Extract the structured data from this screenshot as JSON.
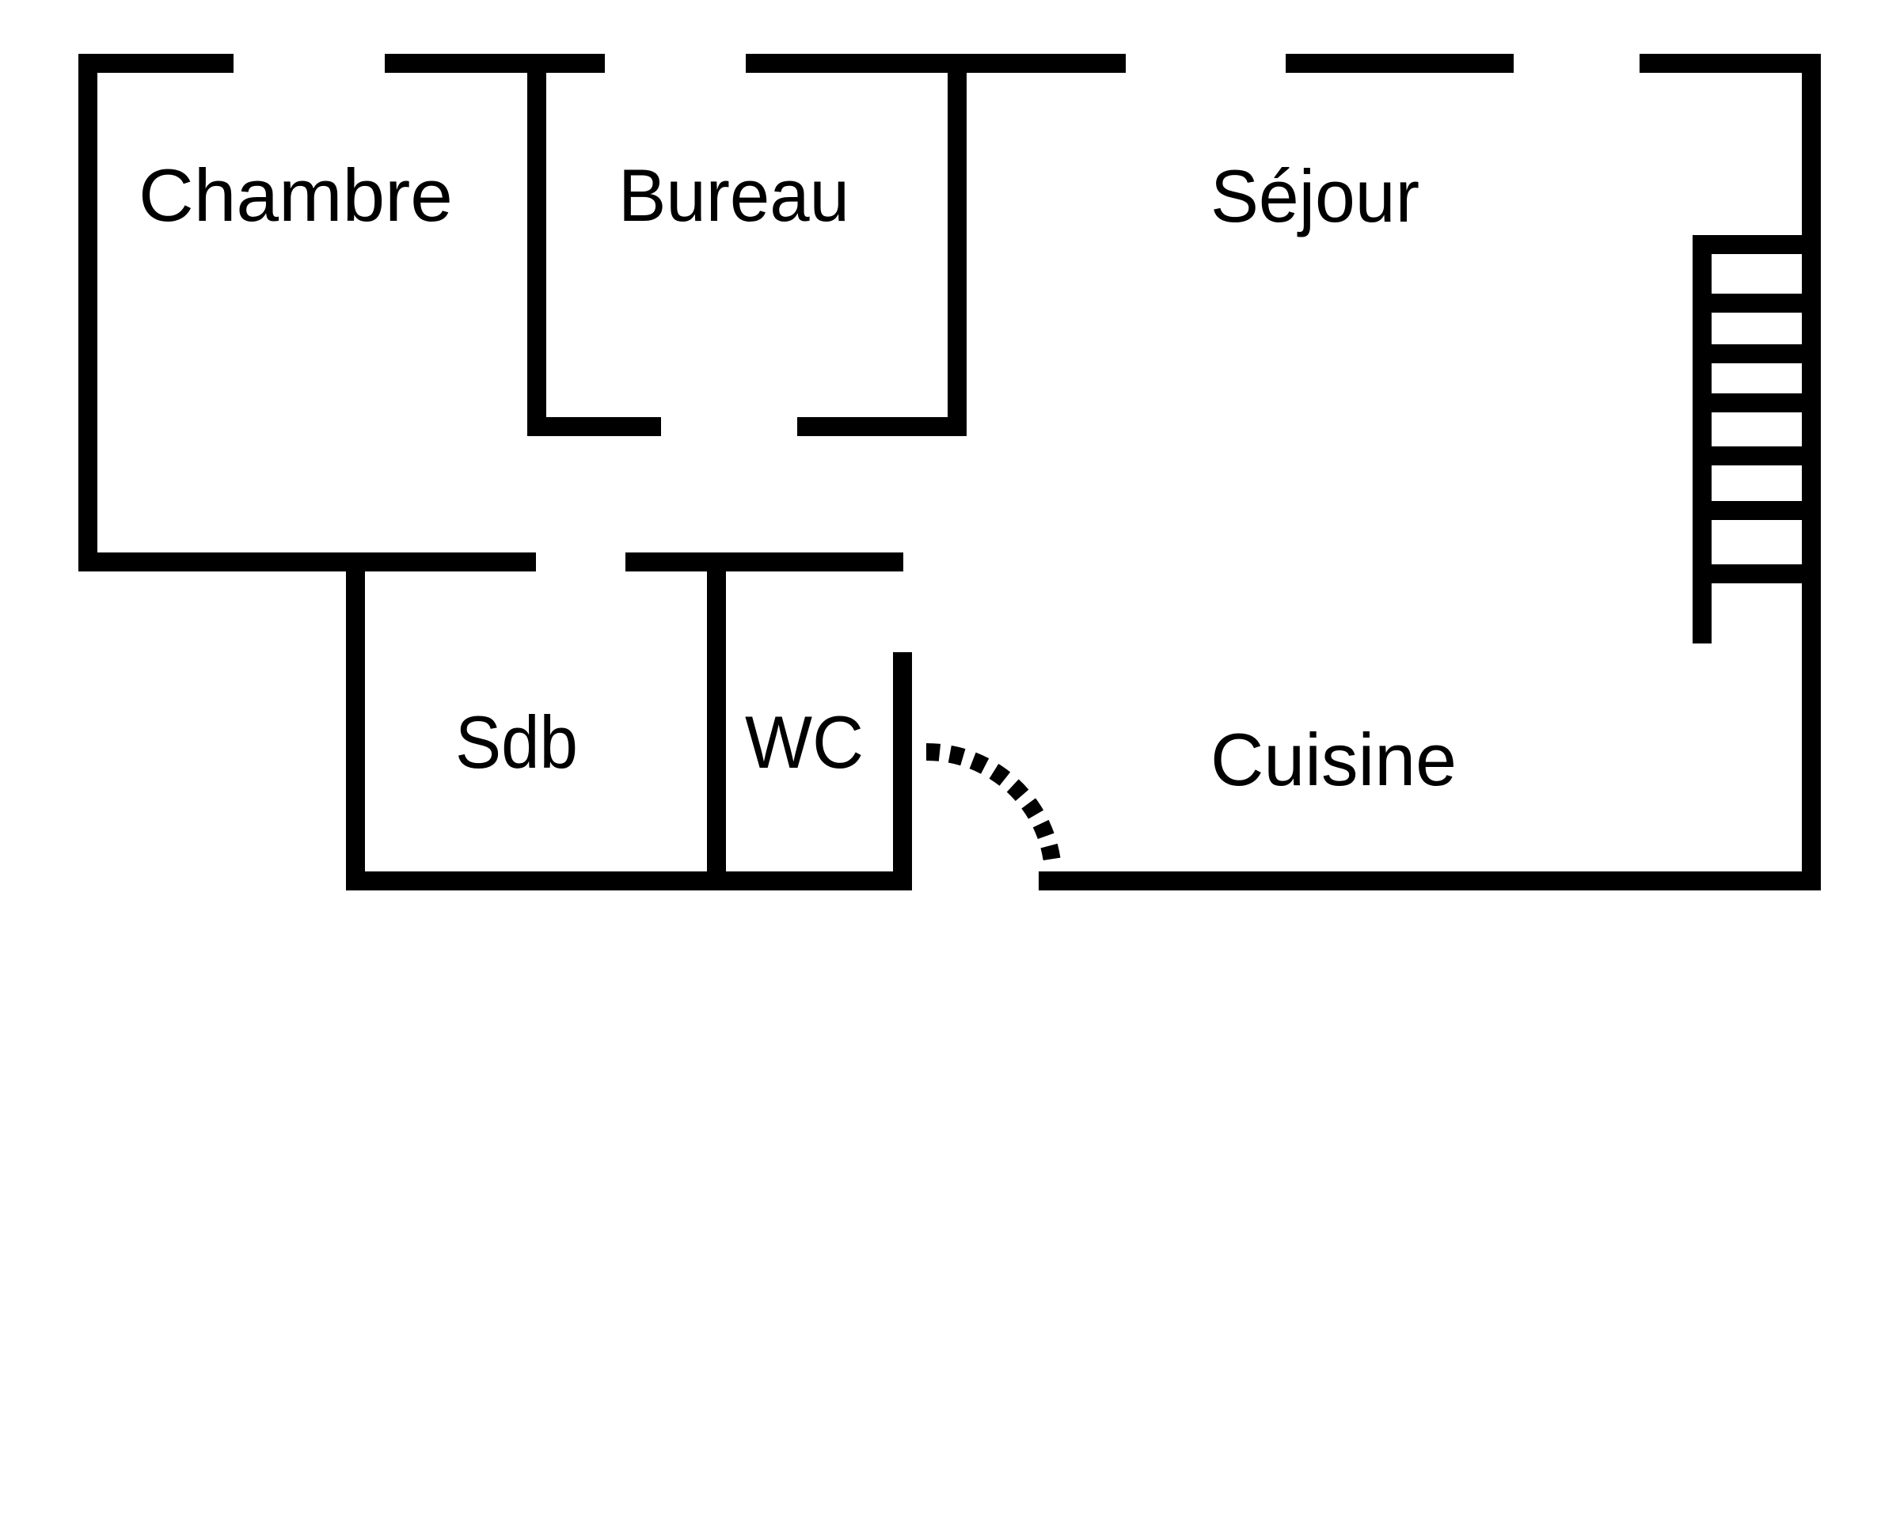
{
  "plan": {
    "wall_color": "#000000",
    "background_color": "#ffffff",
    "rooms": [
      {
        "id": "chambre",
        "label": "Chambre"
      },
      {
        "id": "bureau",
        "label": "Bureau"
      },
      {
        "id": "sejour",
        "label": "Séjour"
      },
      {
        "id": "sdb",
        "label": "Sdb"
      },
      {
        "id": "wc",
        "label": "WC"
      },
      {
        "id": "cuisine",
        "label": "Cuisine"
      }
    ],
    "staircase": {
      "treads": 7
    },
    "entrance_door": {
      "swing": "quarter-arc-dashed"
    }
  }
}
